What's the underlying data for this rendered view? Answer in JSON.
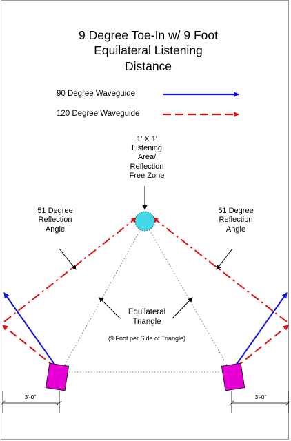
{
  "title": "9 Degree Toe-In w/ 9 Foot\nEquilateral Listening\nDistance",
  "legend": {
    "waveguide_90": "90 Degree Waveguide",
    "waveguide_120": "120 Degree Waveguide"
  },
  "listening_area": "1' X 1'\nListening\nArea/\nReflection\nFree Zone",
  "reflection_left": "51 Degree\nReflection\nAngle",
  "reflection_right": "51 Degree\nReflection\nAngle",
  "triangle_label": "Equilateral\nTriangle",
  "triangle_note": "(9 Foot per Side of Triangle)",
  "dim_left": "3'-0\"",
  "dim_right": "3'-0\"",
  "colors": {
    "waveguide_90": "#1010d8",
    "waveguide_120": "#e01010",
    "speaker": "#e600d6",
    "listening_area": "#44d8ea"
  }
}
